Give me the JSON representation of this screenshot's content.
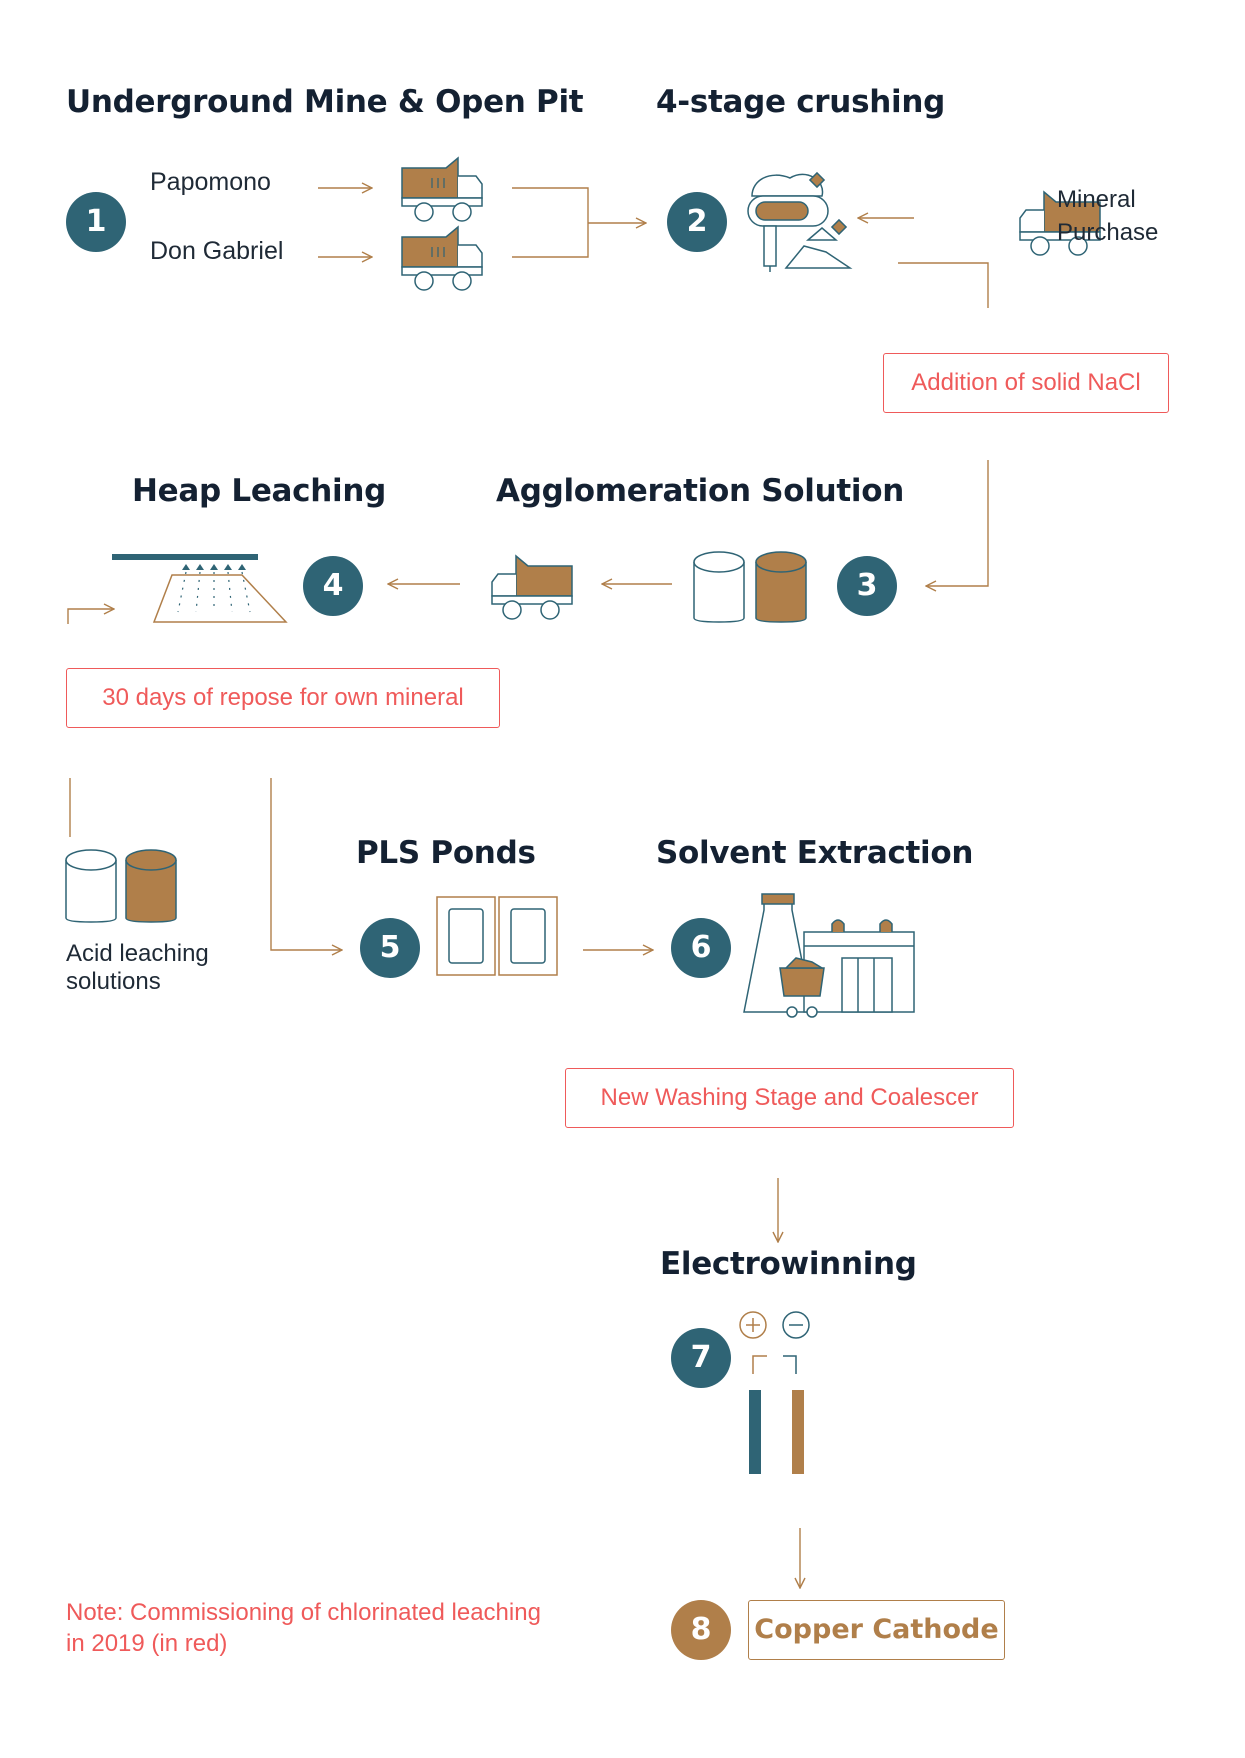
{
  "titles": {
    "mine": "Underground Mine & Open Pit",
    "crushing": "4-stage crushing",
    "heap": "Heap Leaching",
    "agglomeration": "Agglomeration Solution",
    "pls": "PLS Ponds",
    "solvent": "Solvent Extraction",
    "electrowinning": "Electrowinning"
  },
  "sources": {
    "papomono": "Papomono",
    "don_gabriel": "Don Gabriel",
    "mineral_purchase": "Mineral Purchase"
  },
  "acid": {
    "label": "Acid leaching solutions"
  },
  "steps": [
    "1",
    "2",
    "3",
    "4",
    "5",
    "6",
    "7",
    "8"
  ],
  "red_boxes": {
    "nacl": "Addition of solid NaCl",
    "repose": "30 days of repose for own mineral",
    "washing": "New Washing Stage and Coalescer"
  },
  "output": {
    "label": "Copper Cathode"
  },
  "note": "Note: Commissioning of chlorinated leaching in 2019 (in red)",
  "colors": {
    "teal": "#2f6475",
    "brown": "#b07f4a",
    "red": "#ef5a5a",
    "dark": "#142132"
  }
}
